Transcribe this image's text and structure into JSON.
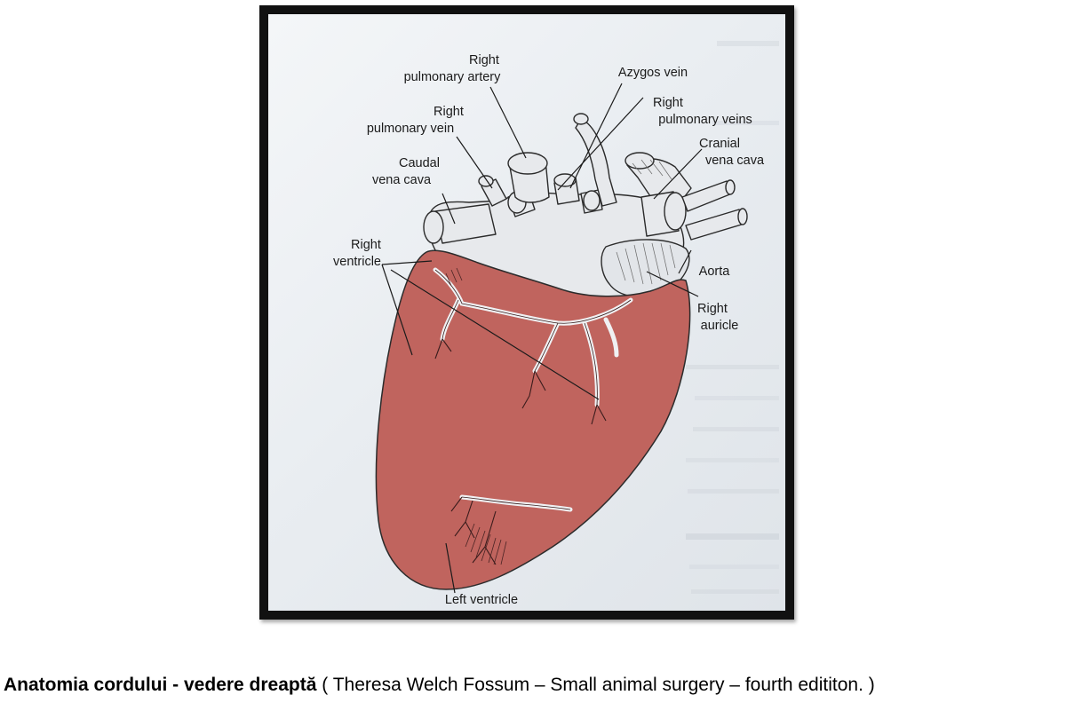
{
  "figure": {
    "labels": {
      "right_pulmonary_artery": [
        "Right",
        "pulmonary artery"
      ],
      "azygos_vein": [
        "Azygos vein"
      ],
      "right_pulmonary_vein": [
        "Right",
        "pulmonary vein"
      ],
      "right_pulmonary_veins": [
        "Right",
        "pulmonary veins"
      ],
      "caudal_vena_cava": [
        "Caudal",
        "vena cava"
      ],
      "cranial_vena_cava": [
        "Cranial",
        "vena cava"
      ],
      "right_ventricle": [
        "Right",
        "ventricle"
      ],
      "aorta": [
        "Aorta"
      ],
      "right_auricle": [
        "Right",
        "auricle"
      ],
      "left_ventricle": [
        "Left ventricle"
      ]
    },
    "colors": {
      "myocardium": "#c0645e",
      "vessels": "#e7e9ec",
      "frame": "#111111",
      "page": "#eef1f4"
    }
  },
  "caption": {
    "bold": "Anatomia cordului - vedere dreaptă",
    "normal": " ( Theresa Welch Fossum – Small animal surgery – fourth edititon. )"
  }
}
